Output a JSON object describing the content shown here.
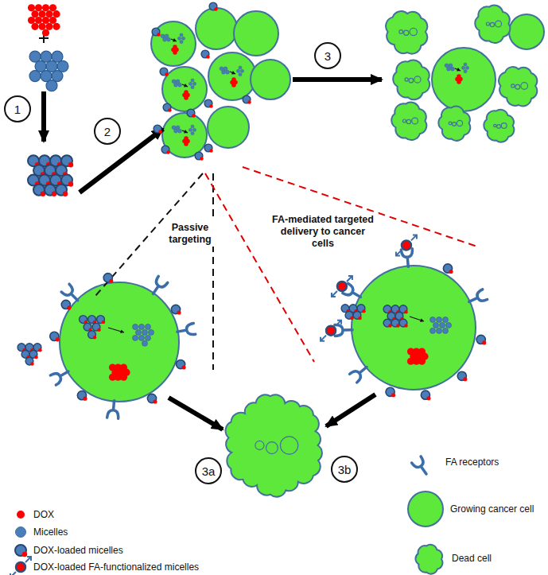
{
  "diagram": {
    "nodes": [
      {
        "text": [
          "1"
        ]
      },
      {
        "text": [
          "2"
        ]
      },
      {
        "text": [
          "3"
        ]
      },
      {
        "text": [
          "3a"
        ]
      },
      {
        "text": [
          "3b"
        ]
      }
    ],
    "labels": [
      "Passive targeting",
      "FA-mediated targeted delivery to cancer cells"
    ],
    "legend": [
      {
        "text": "DOX",
        "color": "#ff0000"
      },
      {
        "text": "Micelles",
        "color": "#4a7ebb"
      },
      {
        "text": "DOX-loaded micelles"
      },
      {
        "text": "DOX-loaded FA-functionalized micelles"
      },
      {
        "text": "FA receptors"
      },
      {
        "text": "Growing cancer cell",
        "color": "#5fe83c"
      },
      {
        "text": "Dead cell"
      }
    ]
  }
}
